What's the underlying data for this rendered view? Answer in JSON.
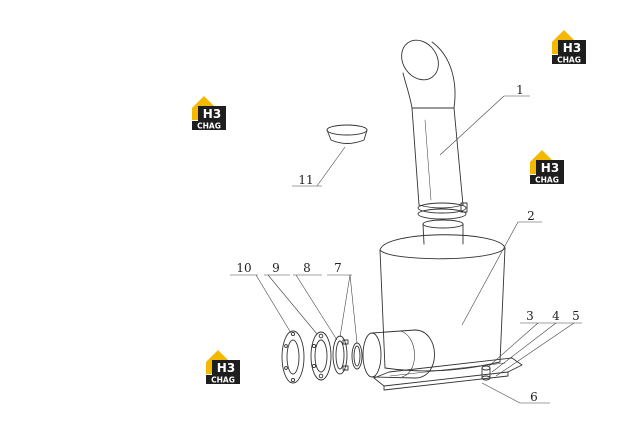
{
  "diagram": {
    "callouts": [
      "1",
      "2",
      "3",
      "4",
      "5",
      "6",
      "7",
      "8",
      "9",
      "10",
      "11"
    ]
  },
  "watermark": {
    "logo_mark": "H3",
    "logo_word": "CHAG",
    "colors": {
      "yellow": "#f5b800",
      "dark": "#1e1e1e"
    }
  },
  "colors": {
    "line": "#333333",
    "background": "#ffffff"
  }
}
